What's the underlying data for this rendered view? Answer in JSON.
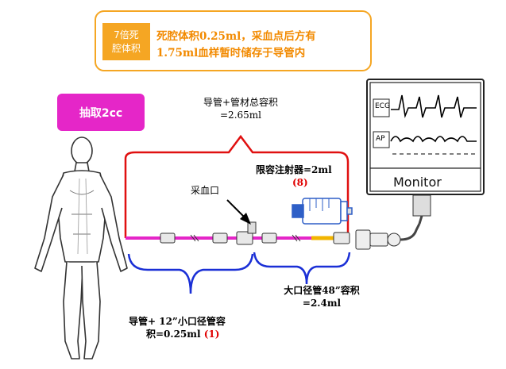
{
  "callout": {
    "tag_line1": "7倍死",
    "tag_line2": "腔体积",
    "text_line1": "死腔体积0.25ml，采血点后方有",
    "text_line2": "1.75ml血样暂时储存于导管内"
  },
  "draw_button": {
    "label": "抽取2cc"
  },
  "total_volume": {
    "line1": "导管+管材总容积",
    "line2": "=2.65ml"
  },
  "syringe": {
    "label": "限容注射器=2ml",
    "ref": "(8)"
  },
  "sampling_port": {
    "label": "采血口"
  },
  "small_tube": {
    "line1": "导管+ 12”小口径管容",
    "line2": "积=0.25ml",
    "ref": "(1)"
  },
  "large_tube": {
    "line1": "大口径管48”容积",
    "line2": "=2.4ml"
  },
  "monitor": {
    "label": "Monitor",
    "ecg": "ECG",
    "ap": "AP"
  },
  "colors": {
    "brace_red": "#e01010",
    "brace_blue": "#1a2fd6",
    "tube": "#e526c8",
    "accent": "#f5a623"
  }
}
